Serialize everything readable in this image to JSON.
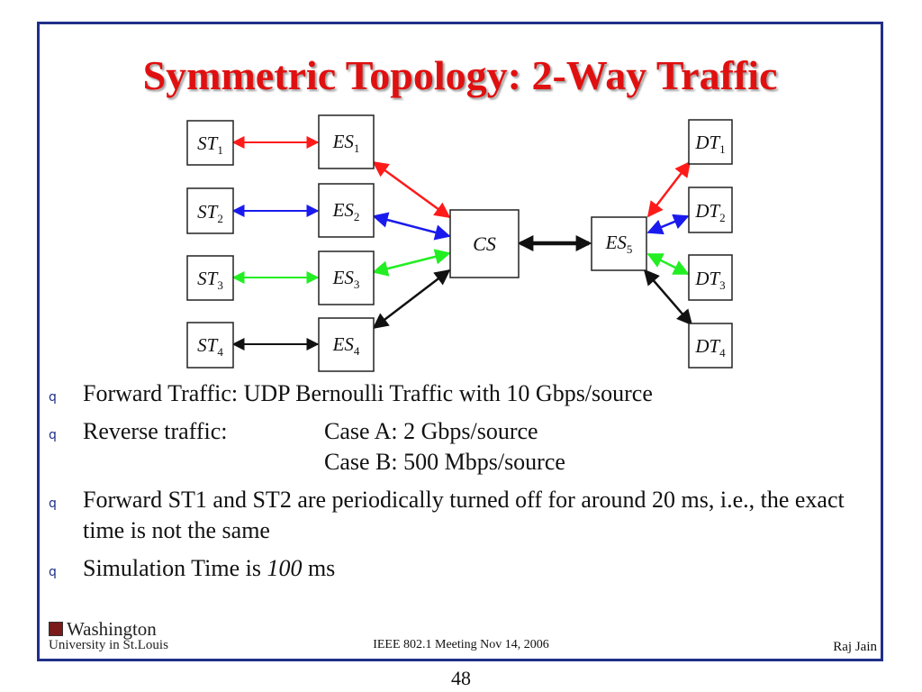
{
  "slide": {
    "title": "Symmetric Topology: 2-Way Traffic",
    "page_number": "48"
  },
  "diagram": {
    "nodes": {
      "st1": {
        "base": "ST",
        "sub": "1"
      },
      "st2": {
        "base": "ST",
        "sub": "2"
      },
      "st3": {
        "base": "ST",
        "sub": "3"
      },
      "st4": {
        "base": "ST",
        "sub": "4"
      },
      "es1": {
        "base": "ES",
        "sub": "1"
      },
      "es2": {
        "base": "ES",
        "sub": "2"
      },
      "es3": {
        "base": "ES",
        "sub": "3"
      },
      "es4": {
        "base": "ES",
        "sub": "4"
      },
      "cs": {
        "base": "CS",
        "sub": ""
      },
      "es5": {
        "base": "ES",
        "sub": "5"
      },
      "dt1": {
        "base": "DT",
        "sub": "1"
      },
      "dt2": {
        "base": "DT",
        "sub": "2"
      },
      "dt3": {
        "base": "DT",
        "sub": "3"
      },
      "dt4": {
        "base": "DT",
        "sub": "4"
      }
    },
    "colors": {
      "flow1": "#ff1a1a",
      "flow2": "#1a1aee",
      "flow3": "#22ee22",
      "flow4": "#111111"
    }
  },
  "bullets": {
    "b1": "Forward Traffic: UDP Bernoulli Traffic with 10 Gbps/source",
    "b2_label": "Reverse traffic:",
    "b2_case_a": "Case A: 2 Gbps/source",
    "b2_case_b": "Case B: 500 Mbps/source",
    "b3": "Forward ST1 and ST2 are periodically turned off for around 20 ms, i.e., the exact time is not the same",
    "b4_pre": "Simulation Time is ",
    "b4_em": "100",
    "b4_post": " ms",
    "marker": "q"
  },
  "footer": {
    "logo_line1": "Washington",
    "logo_line2": "University in St.Louis",
    "center": "IEEE 802.1 Meeting  Nov 14, 2006",
    "right": "Raj Jain"
  }
}
